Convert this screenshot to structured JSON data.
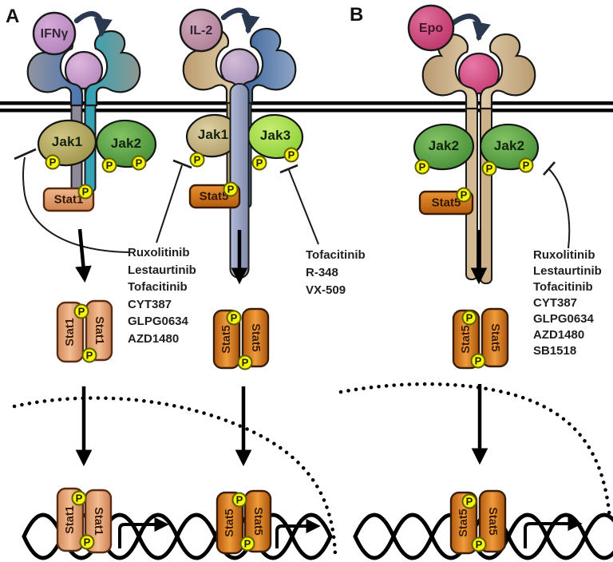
{
  "panels": {
    "a": "A",
    "b": "B"
  },
  "ligands": {
    "ifng": "IFNγ",
    "il2": "IL-2",
    "epo": "Epo"
  },
  "kinases": {
    "jak1": "Jak1",
    "jak2": "Jak2",
    "jak3": "Jak3"
  },
  "stats": {
    "stat1": "Stat1",
    "stat5": "Stat5"
  },
  "phospho": "P",
  "drugs": {
    "left": [
      "Ruxolitinib",
      "Lestaurtinib",
      "Tofacitinib",
      "CYT387",
      "GLPG0634",
      "AZD1480"
    ],
    "middle": [
      "Tofacitinib",
      "R-348",
      "VX-509"
    ],
    "right": [
      "Ruxolitinib",
      "Lestaurtinib",
      "Tofacitinib",
      "CYT387",
      "GLPG0634",
      "AZD1480",
      "SB1518"
    ]
  },
  "colors": {
    "membrane": "#000000",
    "phospho_fill": "#f4f40e",
    "jak_green": "#4e9a3c",
    "jak_olive": "#b0a558",
    "jak_lime": "#96d435",
    "jak_tan": "#c9b67e",
    "stat1_fill": "#e2a275",
    "stat5_fill": "#cf7318",
    "ifng_fill": "#c79fcc",
    "il2_fill": "#c29daf",
    "epo_fill": "#d05a8e",
    "receptor_blue": "#4d7ab2",
    "receptor_teal": "#35a3b5",
    "receptor_tan": "#d2bb96",
    "arrow_navy": "#2b3950"
  }
}
